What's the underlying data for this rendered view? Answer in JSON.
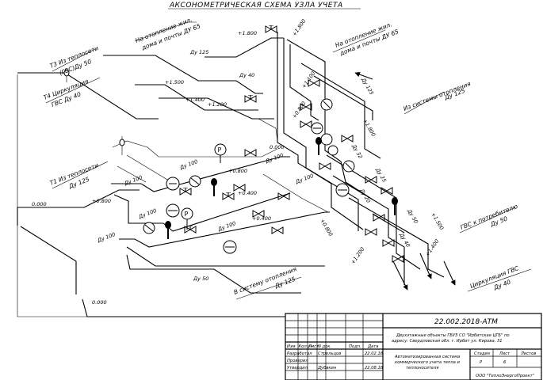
{
  "title": "АКСОНОМЕТРИЧЕСКАЯ СХЕМА УЗЛА УЧЕТА",
  "labels": {
    "heat_supply_res_1": "На отопление жил.",
    "heat_supply_res_1b": "дома и почты ДУ 65",
    "heat_supply_res_2": "На отопление жил.",
    "heat_supply_res_2b": "дома и почты ДУ 65",
    "t3_a": "Т3 Из теплосети",
    "t3_b": "(ГВС)Ду 50",
    "t4_a": "Т4 Циркуляция",
    "t4_b": "ГВС Ду 40",
    "t1_a": "Т1 Из теплосети",
    "t1_b": "Ду 125",
    "from_heating_a": "Из системы отопления",
    "from_heating_b": "Ду 125",
    "to_heating_a": "В систему отопления",
    "to_heating_b": "Ду 125",
    "gvs_consumer_a": "ГВС к потребителю",
    "gvs_consumer_b": "Ду 50",
    "gvs_circ_a": "Циркуляция ГВС",
    "gvs_circ_b": "Ду 40"
  },
  "dn": {
    "d125_top": "Ду 125",
    "d40_top": "Ду 40",
    "d125_right": "Ду 125",
    "d32": "Ду 32",
    "d20": "Ду 20",
    "d25": "Ду 25",
    "d50_right": "Ду 50",
    "d40_right": "Ду 40",
    "d100_a": "Ду 100",
    "d100_b": "Ду 100",
    "d100_c": "Ду 100",
    "d100_d": "Ду 100",
    "d100_e": "Ду 100",
    "d100_f": "Ду 100",
    "d100_g": "Ду 100",
    "d50_bottom": "Ду 50"
  },
  "elev": {
    "e1800_a": "+1.800",
    "e1800_b": "+1.800",
    "e1500_a": "+1.500",
    "e1400_a": "+1.400",
    "e1200_a": "+1.200",
    "e1100": "+1.100",
    "e0800_a": "+0.800",
    "e1800_c": "+1.800",
    "e0000_a": "0.000",
    "e0800_b": "+0.800",
    "e0800_c": "+0.800",
    "e0400_a": "+0.400",
    "e0400_b": "+0.400",
    "e0000_b": "0.000",
    "e0800_d": "+0.800",
    "e1200_b": "+1.200",
    "e1500_b": "+1.500",
    "e1400_b": "+1.400",
    "e0000_c": "0.000"
  },
  "instrument_letter": "P",
  "title_block": {
    "code": "22.002.2018-АТМ",
    "project_1": "Двухэтажные объекты ГБУЗ СО \"Ирбитская ЦГБ\" по",
    "project_2": "адресу: Свердловская обл. г. Ирбит ул. Кирова, 31",
    "desc_1": "Автоматизированная система",
    "desc_2": "коммерческого учета тепла и",
    "desc_3": "теплоносителя",
    "h_izm": "Изм.",
    "h_koluch": "Кол.уч",
    "h_list": "Лист",
    "h_ndok": "N док.",
    "h_podp": "Подп.",
    "h_data": "Дата",
    "r_razrab": "Разработал",
    "r_razrab_name": "Стрельцов",
    "r_razrab_date": "22.02.18",
    "r_prov": "Проверил",
    "r_utv": "Утвердил",
    "r_utv_name": "Дубвкин",
    "r_utv_date": "22.08.18",
    "stadiya": "Стадия",
    "list": "Лист",
    "listov": "Листов",
    "stadiya_val": "Р",
    "list_val": "6",
    "org": "ООО \"ТеплоЭнергоПроект\""
  }
}
